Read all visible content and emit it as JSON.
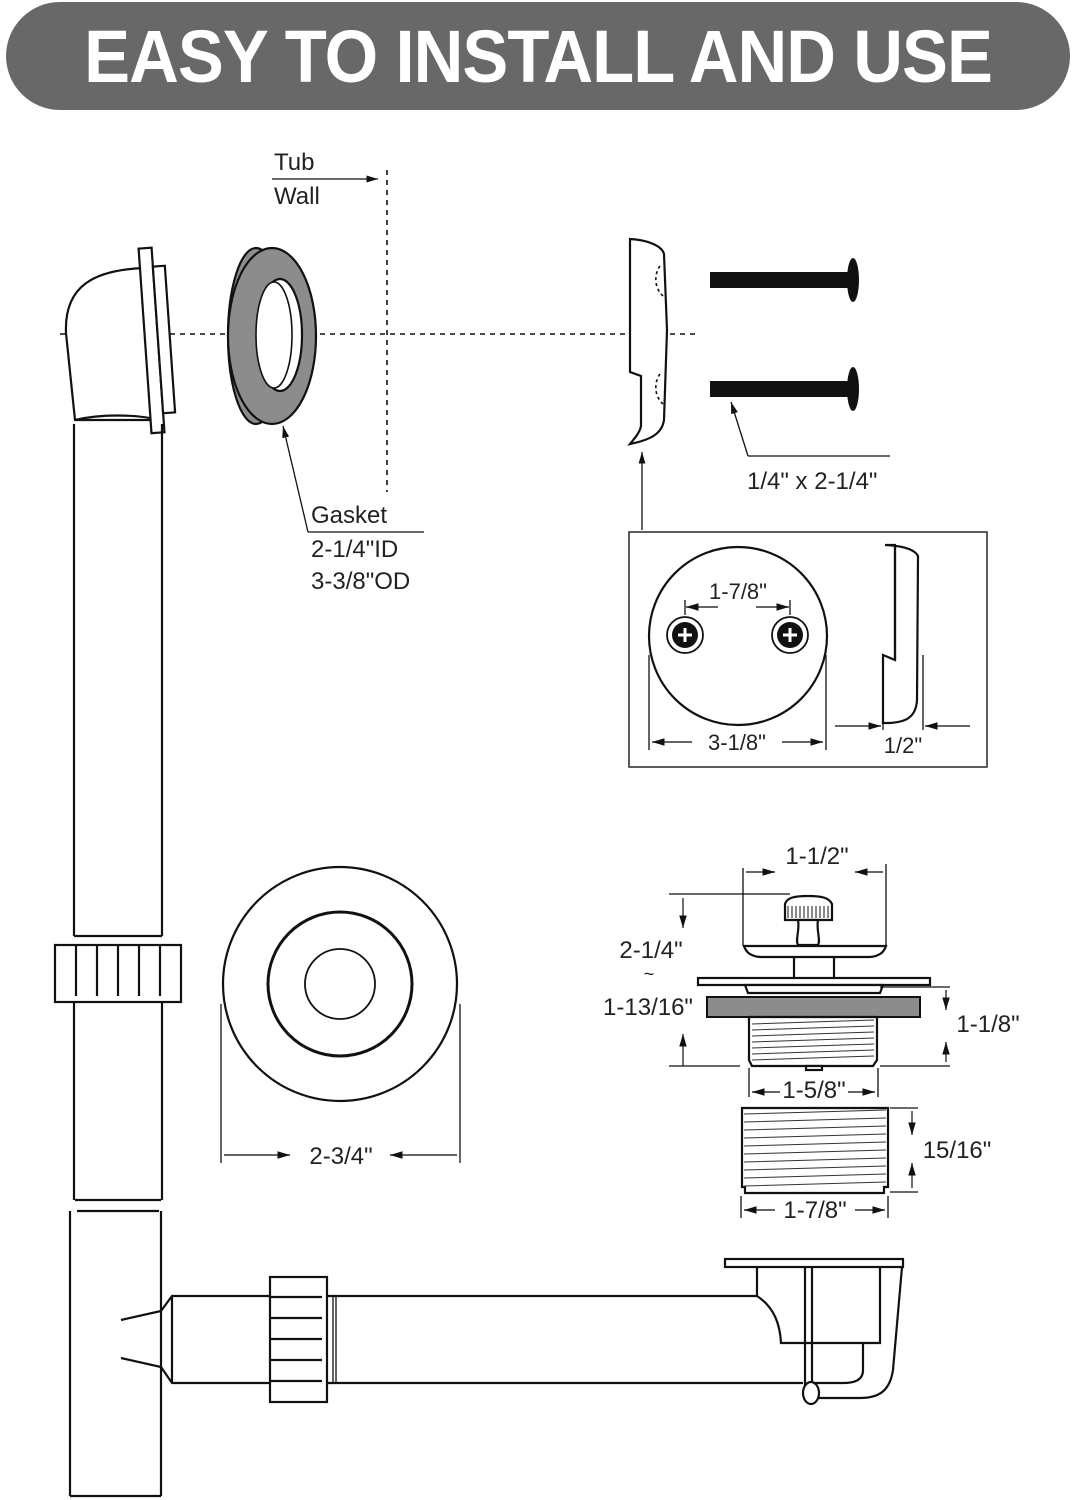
{
  "banner": {
    "title": "EASY TO INSTALL AND USE",
    "background_color": "#686868",
    "text_color": "#ffffff"
  },
  "diagram": {
    "tub_wall_label_top": "Tub",
    "tub_wall_label_bottom": "Wall",
    "gasket": {
      "name": "Gasket",
      "inner_diameter": "2-1/4\"ID",
      "outer_diameter": "3-3/8\"OD",
      "color": "#8c8c8c"
    },
    "screws": {
      "size": "1/4\" x 2-1/4\""
    },
    "overflow_plate": {
      "hole_spacing": "1-7/8\"",
      "diameter": "3-1/8\"",
      "thickness": "1/2\""
    },
    "drain_flange": {
      "diameter": "2-3/4\""
    },
    "stopper": {
      "top_width": "1-1/2\"",
      "height_range_top": "2-1/4\"",
      "height_range_separator": "~",
      "height_range_bottom": "1-13/16\"",
      "body_height": "1-1/8\"",
      "thread_width": "1-5/8\""
    },
    "adapter": {
      "height": "15/16\"",
      "width": "1-7/8\""
    }
  }
}
